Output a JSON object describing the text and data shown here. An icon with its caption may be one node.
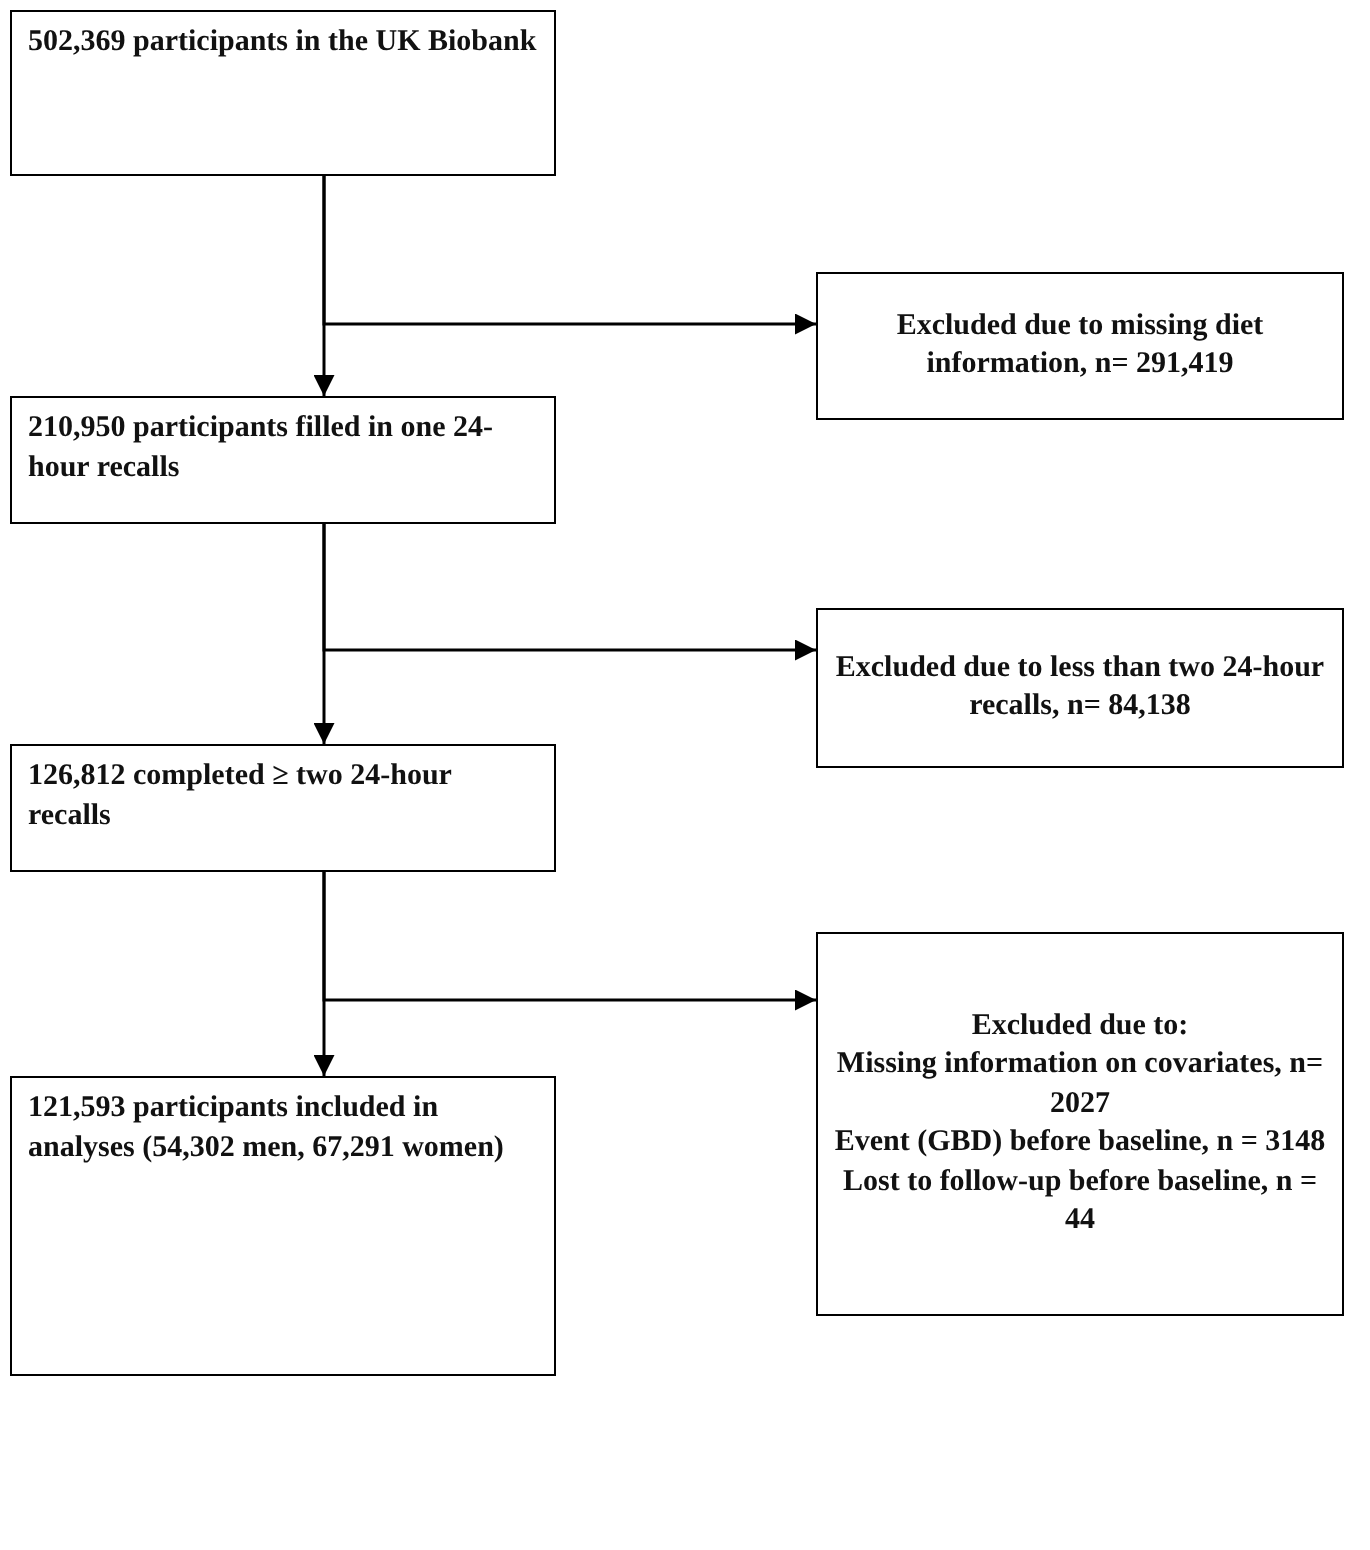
{
  "diagram": {
    "nodes": [
      {
        "text": [
          "502,369 participants in the UK Biobank"
        ]
      },
      {
        "text": [
          "210,950 participants filled in one 24-hour recalls"
        ]
      },
      {
        "text": [
          "126,812 completed ≥ two 24-hour recalls"
        ]
      },
      {
        "text": [
          "121,593 participants included in analyses (54,302 men, 67,291 women)"
        ]
      },
      {
        "text": [
          "Excluded due to missing diet information, n= 291,419"
        ]
      },
      {
        "text": [
          "Excluded due to less than two 24-hour recalls, n= 84,138"
        ]
      },
      {
        "text": [
          "Excluded due to:",
          "Missing information on covariates, n= 2027",
          "Event (**GBD**) before baseline, n = 3148",
          "Lost to follow-up before baseline, n = 44"
        ]
      }
    ],
    "edges": [
      {
        "from": 0,
        "to": 1,
        "arrow": "to"
      },
      {
        "from": 0,
        "to": 4,
        "arrow": "to"
      },
      {
        "from": 1,
        "to": 2,
        "arrow": "to"
      },
      {
        "from": 1,
        "to": 5,
        "arrow": "to"
      },
      {
        "from": 2,
        "to": 3,
        "arrow": "to"
      },
      {
        "from": 2,
        "to": 6,
        "arrow": "to"
      }
    ]
  }
}
